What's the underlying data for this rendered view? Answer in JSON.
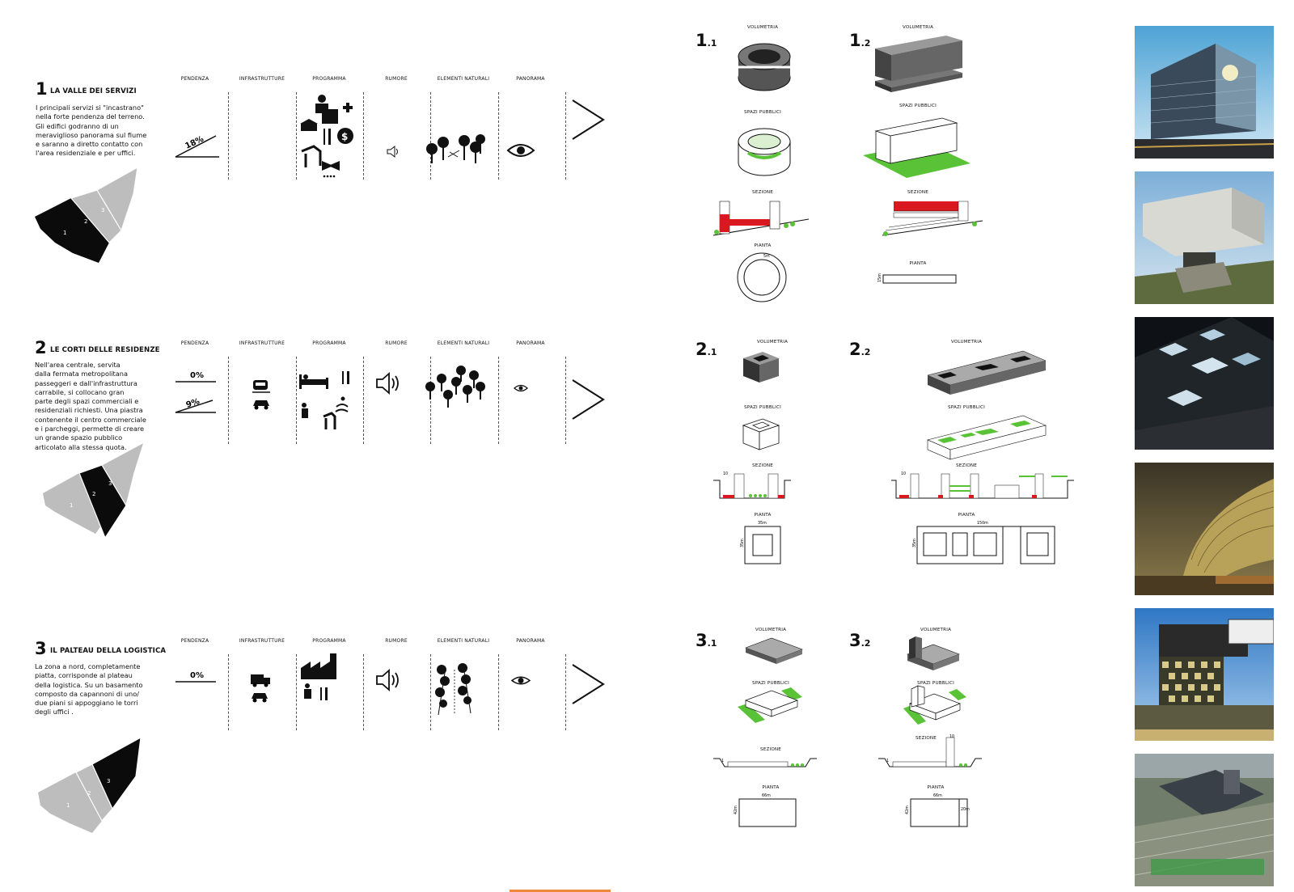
{
  "sections": [
    {
      "num": "1",
      "title": "LA VALLE DEI SERVIZI",
      "desc": "I principali servizi si \"incastrano\"\nnella forte pendenza del terreno.\nGli edifici godranno di un\nmeraviglioso panorama sul fiume\ne saranno a diretto contatto con\nl'area residenziale e per uffici.",
      "slopes": [
        "18%"
      ],
      "zones": [
        "1",
        "2",
        "3"
      ]
    },
    {
      "num": "2",
      "title": "LE CORTI DELLE RESIDENZE",
      "desc": "Nell'area centrale, servita\ndalla fermata metropolitana\npasseggeri e dall'infrastruttura\ncarrabile, si collocano gran\nparte degli spazi commerciali e\nresidenziali richiesti. Una piastra\ncontenente il centro commerciale\ne i parcheggi, permette di creare\nun grande spazio pubblico\narticolato alla stessa quota.",
      "slopes": [
        "0%",
        "9%"
      ],
      "zones": [
        "1",
        "2",
        "3"
      ]
    },
    {
      "num": "3",
      "title": "IL PALTEAU DELLA LOGISTICA",
      "desc": "La zona a nord, completamente\npiatta, corrisponde al plateau\ndella logistica. Su un basamento\ncomposto da capannoni di uno/\ndue piani si appoggiano le torri\ndegli uffici .",
      "slopes": [
        "0%"
      ],
      "zones": [
        "1",
        "2",
        "3"
      ]
    }
  ],
  "columns": [
    "PENDENZA",
    "INFRASTRUTTURE",
    "PROGRAMMA",
    "RUMORE",
    "ELEMENTI NATURALI",
    "PANORAMA"
  ],
  "diagrams": [
    {
      "num": "1",
      "sub": ".1",
      "labels": [
        "VOLUMETRIA",
        "SPAZI PUBBLICI",
        "SEZIONE",
        "PIANTA"
      ],
      "dims": [
        "5m"
      ]
    },
    {
      "num": "1",
      "sub": ".2",
      "labels": [
        "VOLUMETRIA",
        "SPAZI PUBBLICI",
        "SEZIONE",
        "PIANTA"
      ],
      "dims": [
        "15m"
      ]
    },
    {
      "num": "2",
      "sub": ".1",
      "labels": [
        "VOLUMETRIA",
        "SPAZI PUBBLICI",
        "SEZIONE",
        "PIANTA"
      ],
      "dims": [
        "10",
        "35m",
        "35m"
      ]
    },
    {
      "num": "2",
      "sub": ".2",
      "labels": [
        "VOLUMETRIA",
        "SPAZI PUBBLICI",
        "SEZIONE",
        "PIANTA"
      ],
      "dims": [
        "10",
        "150m",
        "35m"
      ]
    },
    {
      "num": "3",
      "sub": ".1",
      "labels": [
        "VOLUMETRIA",
        "SPAZI PUBBLICI",
        "SEZIONE",
        "PIANTA"
      ],
      "dims": [
        "1",
        "66m",
        "42m"
      ]
    },
    {
      "num": "3",
      "sub": ".2",
      "labels": [
        "VOLUMETRIA",
        "SPAZI PUBBLICI",
        "SEZIONE",
        "PIANTA"
      ],
      "dims": [
        "10",
        "1",
        "66m",
        "42m",
        "20m"
      ]
    }
  ],
  "colors": {
    "green": "#59c236",
    "red": "#d9181f",
    "gray": "#bdbdbd",
    "black": "#0b0b0b"
  }
}
